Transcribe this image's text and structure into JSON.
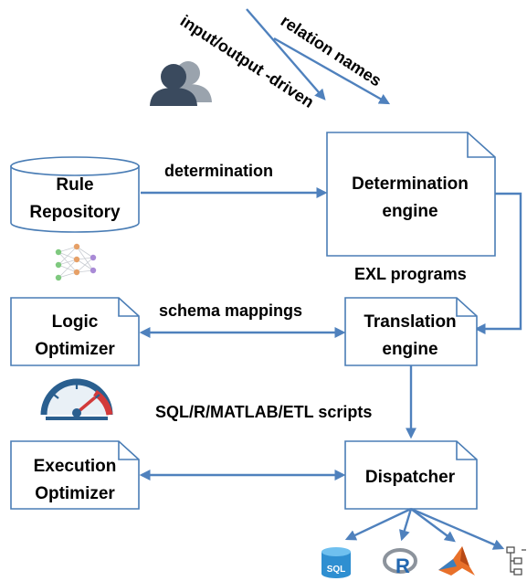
{
  "colors": {
    "arrow": "#4f81bd",
    "box_border": "#4a7db5",
    "user_icon": "#3a4a5e",
    "user_icon_back": "#9aa3ad"
  },
  "boxes": {
    "rule_repository": [
      "Rule",
      "Repository"
    ],
    "determination_engine": [
      "Determination",
      "engine"
    ],
    "logic_optimizer": [
      "Logic",
      "Optimizer"
    ],
    "translation_engine": [
      "Translation",
      "engine"
    ],
    "execution_optimizer": [
      "Execution",
      "Optimizer"
    ],
    "dispatcher": [
      "Dispatcher"
    ]
  },
  "edges": {
    "input_output_driven": "input/output -driven",
    "relation_names": "relation names",
    "determination": "determination",
    "exl_programs": "EXL programs",
    "schema_mappings": "schema mappings",
    "scripts": "SQL/R/MATLAB/ETL scripts"
  },
  "icons": {
    "users": "users-icon",
    "network": "neural-network-icon",
    "gauge": "speedometer-icon",
    "sql": "sql-database-icon",
    "sql_text": "SQL",
    "r": "r-logo-icon",
    "r_text": "R",
    "matlab": "matlab-logo-icon",
    "etl": "etl-flow-icon"
  }
}
